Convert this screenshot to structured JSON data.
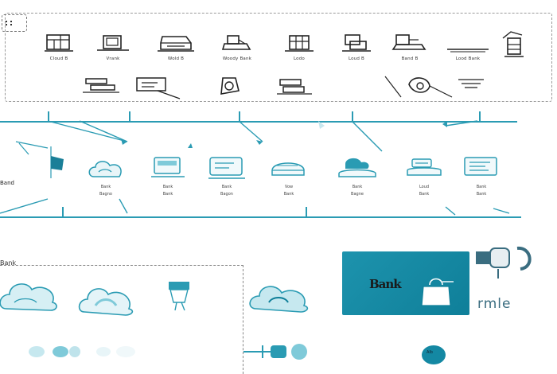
{
  "top_row": {
    "labels": [
      "Cloud B",
      "Vrank",
      "Wold B",
      "Woody Bank",
      "Lodo",
      "Loud B",
      "Band B",
      "Lood Bank"
    ]
  },
  "middle_row": {
    "left_label": "Band",
    "top_labels": [
      "Bank",
      "Bank",
      "Bank",
      "Vow",
      "Bank",
      "Loud",
      "Bank"
    ],
    "bottom_labels": [
      "Bagno",
      "Bank",
      "Bagon",
      "Bank",
      "Bagne",
      "Bank",
      "Bank"
    ]
  },
  "bottom": {
    "tag": "Bank",
    "banner_text": "Bank",
    "mark_text": "rmle",
    "pill_text": "Alb"
  },
  "colors": {
    "teal": "#2a9bb3",
    "teal_light": "#7fcad9",
    "banner": "#1488a3",
    "ink": "#2b2b2b"
  }
}
